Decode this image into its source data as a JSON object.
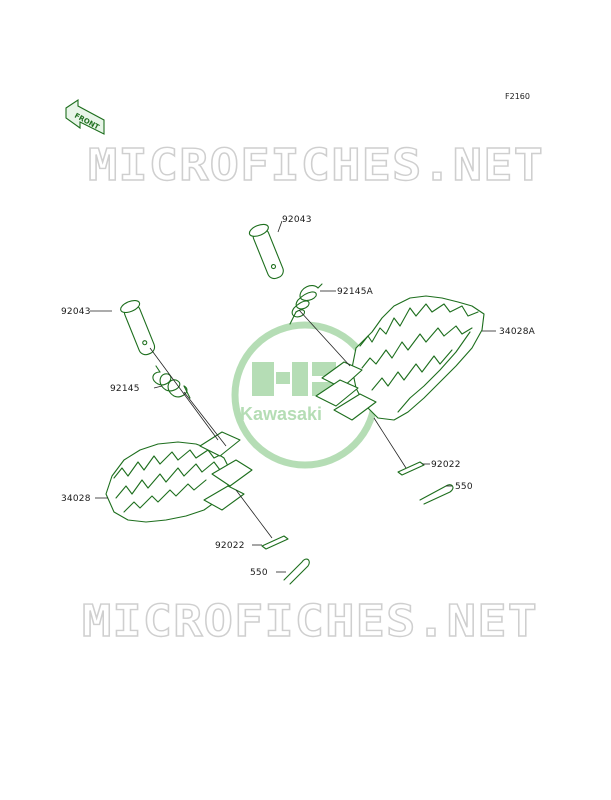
{
  "figure_code": "F2160",
  "front_label": "FRONT",
  "watermark_top": "MICROFICHES.NET",
  "watermark_bottom": "MICROFICHES.NET",
  "logo_text": "Kawasaki",
  "colors": {
    "line": "#1d6e1d",
    "logo": "#a9d8a9",
    "watermark": "#cfcfcf",
    "text": "#1a1a1a"
  },
  "part_labels": {
    "pin_right": "92043",
    "spring_right": "92145A",
    "pin_left": "92043",
    "footpeg_right": "34028A",
    "spring_left": "92145",
    "washer_right": "92022",
    "cotter_right": "550",
    "footpeg_left": "34028",
    "washer_left": "92022",
    "cotter_left": "550"
  }
}
